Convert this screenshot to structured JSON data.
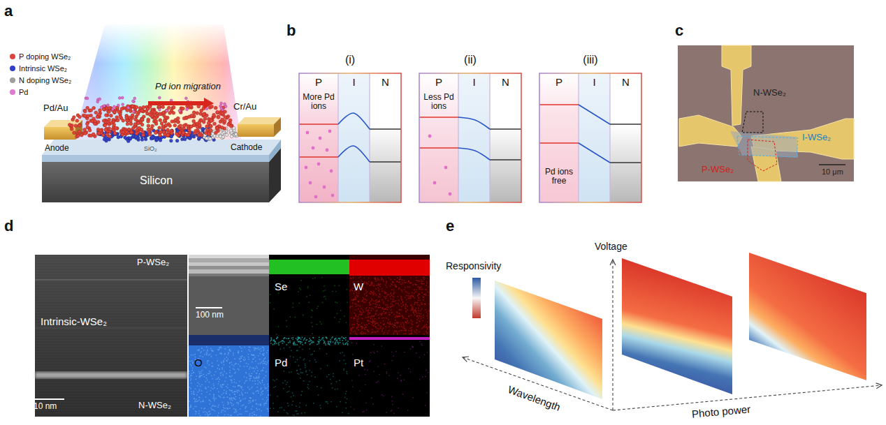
{
  "diagram": {
    "nodes": [
      {
        "text": [
          "(i)"
        ]
      },
      {
        "text": [
          "P",
          "More Pd ions"
        ],
        "in": 0
      },
      {
        "text": [
          "I"
        ],
        "in": 0
      },
      {
        "text": [
          "N"
        ],
        "in": 0
      },
      {
        "text": [
          "(ii)"
        ]
      },
      {
        "text": [
          "P",
          "Less Pd ions"
        ],
        "in": 4
      },
      {
        "text": [
          "I"
        ],
        "in": 4
      },
      {
        "text": [
          "N"
        ],
        "in": 4
      },
      {
        "text": [
          "(iii)"
        ]
      },
      {
        "text": [
          "P",
          "Pd ions free"
        ],
        "in": 8
      },
      {
        "text": [
          "I"
        ],
        "in": 8
      },
      {
        "text": [
          "N"
        ],
        "in": 8
      },
      {
        "text": [
          "P-WSe₂",
          "Intrinsic-WSe₂",
          "N-WSe₂",
          "10 nm"
        ]
      },
      {
        "text": [
          "100 nm"
        ]
      },
      {
        "text": [
          "Se"
        ]
      },
      {
        "text": [
          "W"
        ]
      },
      {
        "text": [
          "O"
        ]
      },
      {
        "text": [
          "Pd"
        ]
      },
      {
        "text": [
          "Pt"
        ]
      }
    ],
    "labels": [
      "a",
      "Pd/Au",
      "Cr/Au",
      "Anode",
      "Cathode",
      "SiO₂",
      "Silicon",
      "Pd ion migration",
      "b",
      "c",
      "N-WSe₂",
      "I-WSe₂",
      "P-WSe₂",
      "10 μm",
      "d",
      "e",
      "Responsivity",
      "Voltage",
      "Wavelength",
      "Photo power"
    ],
    "legend": [
      {
        "text": "P doping WSe₂",
        "color": "#d9443c"
      },
      {
        "text": "Intrinsic WSe₂",
        "color": "#2f3fc8"
      },
      {
        "text": "N doping WSe₂",
        "color": "#9e9e9e"
      },
      {
        "text": "Pd",
        "color": "#e07bd0"
      }
    ]
  }
}
